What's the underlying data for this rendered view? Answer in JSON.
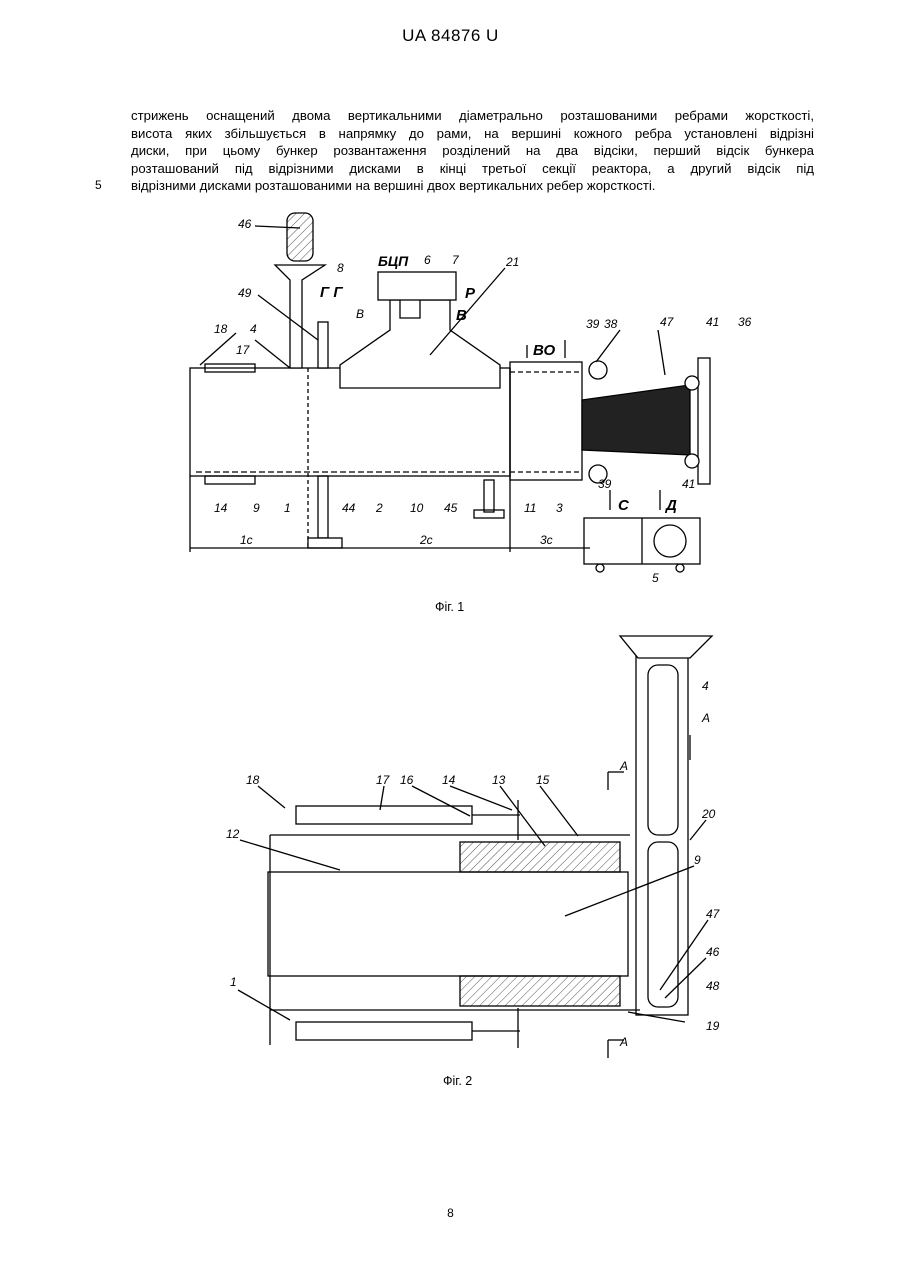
{
  "header": {
    "doc_number": "UA   84876   U"
  },
  "body": {
    "line_number": "5",
    "lines": [
      "стрижень оснащений двома вертикальними діаметрально розташованими ребрами жорсткості,",
      "висота яких збільшується в напрямку до рами, на вершині кожного ребра установлені відрізні",
      "диски, при цьому бункер розвантаження розділений на два відсіки, перший відсік бункера",
      "розташований під відрізними дисками в кінці третьої секції реактора, а другий відсік під",
      "відрізними дисками розташованими на вершині двох вертикальних ребер жорсткості."
    ]
  },
  "fig1": {
    "caption": "Фіг. 1",
    "labels": {
      "l46": "46",
      "l49": "49",
      "l18": "18",
      "l4": "4",
      "l17": "17",
      "l8": "8",
      "bcp": "БЦП",
      "l6": "6",
      "l7": "7",
      "l21": "21",
      "gg": "Г Г",
      "r": "Р",
      "b1": "В",
      "b2": "В",
      "vo": "ВО",
      "l39a": "39",
      "l38": "38",
      "l47": "47",
      "l41a": "41",
      "l36": "36",
      "l41b": "41",
      "l39b": "39",
      "c": "С",
      "d": "Д",
      "l14": "14",
      "l9": "9",
      "l1": "1",
      "l44": "44",
      "l2": "2",
      "l10": "10",
      "l45": "45",
      "l11": "11",
      "l3": "3",
      "l5": "5",
      "s1": "1с",
      "s2": "2с",
      "s3": "3с"
    }
  },
  "fig2": {
    "caption": "Фіг. 2",
    "labels": {
      "l18": "18",
      "l17": "17",
      "l16": "16",
      "l14": "14",
      "l13": "13",
      "l15": "15",
      "l12": "12",
      "l9": "9",
      "l1": "1",
      "l4": "4",
      "a_arrow": "А",
      "a_top": "А",
      "a_bottom": "А",
      "l20": "20",
      "l47": "47",
      "l46": "46",
      "l48": "48",
      "l19": "19"
    }
  },
  "page_number": "8"
}
